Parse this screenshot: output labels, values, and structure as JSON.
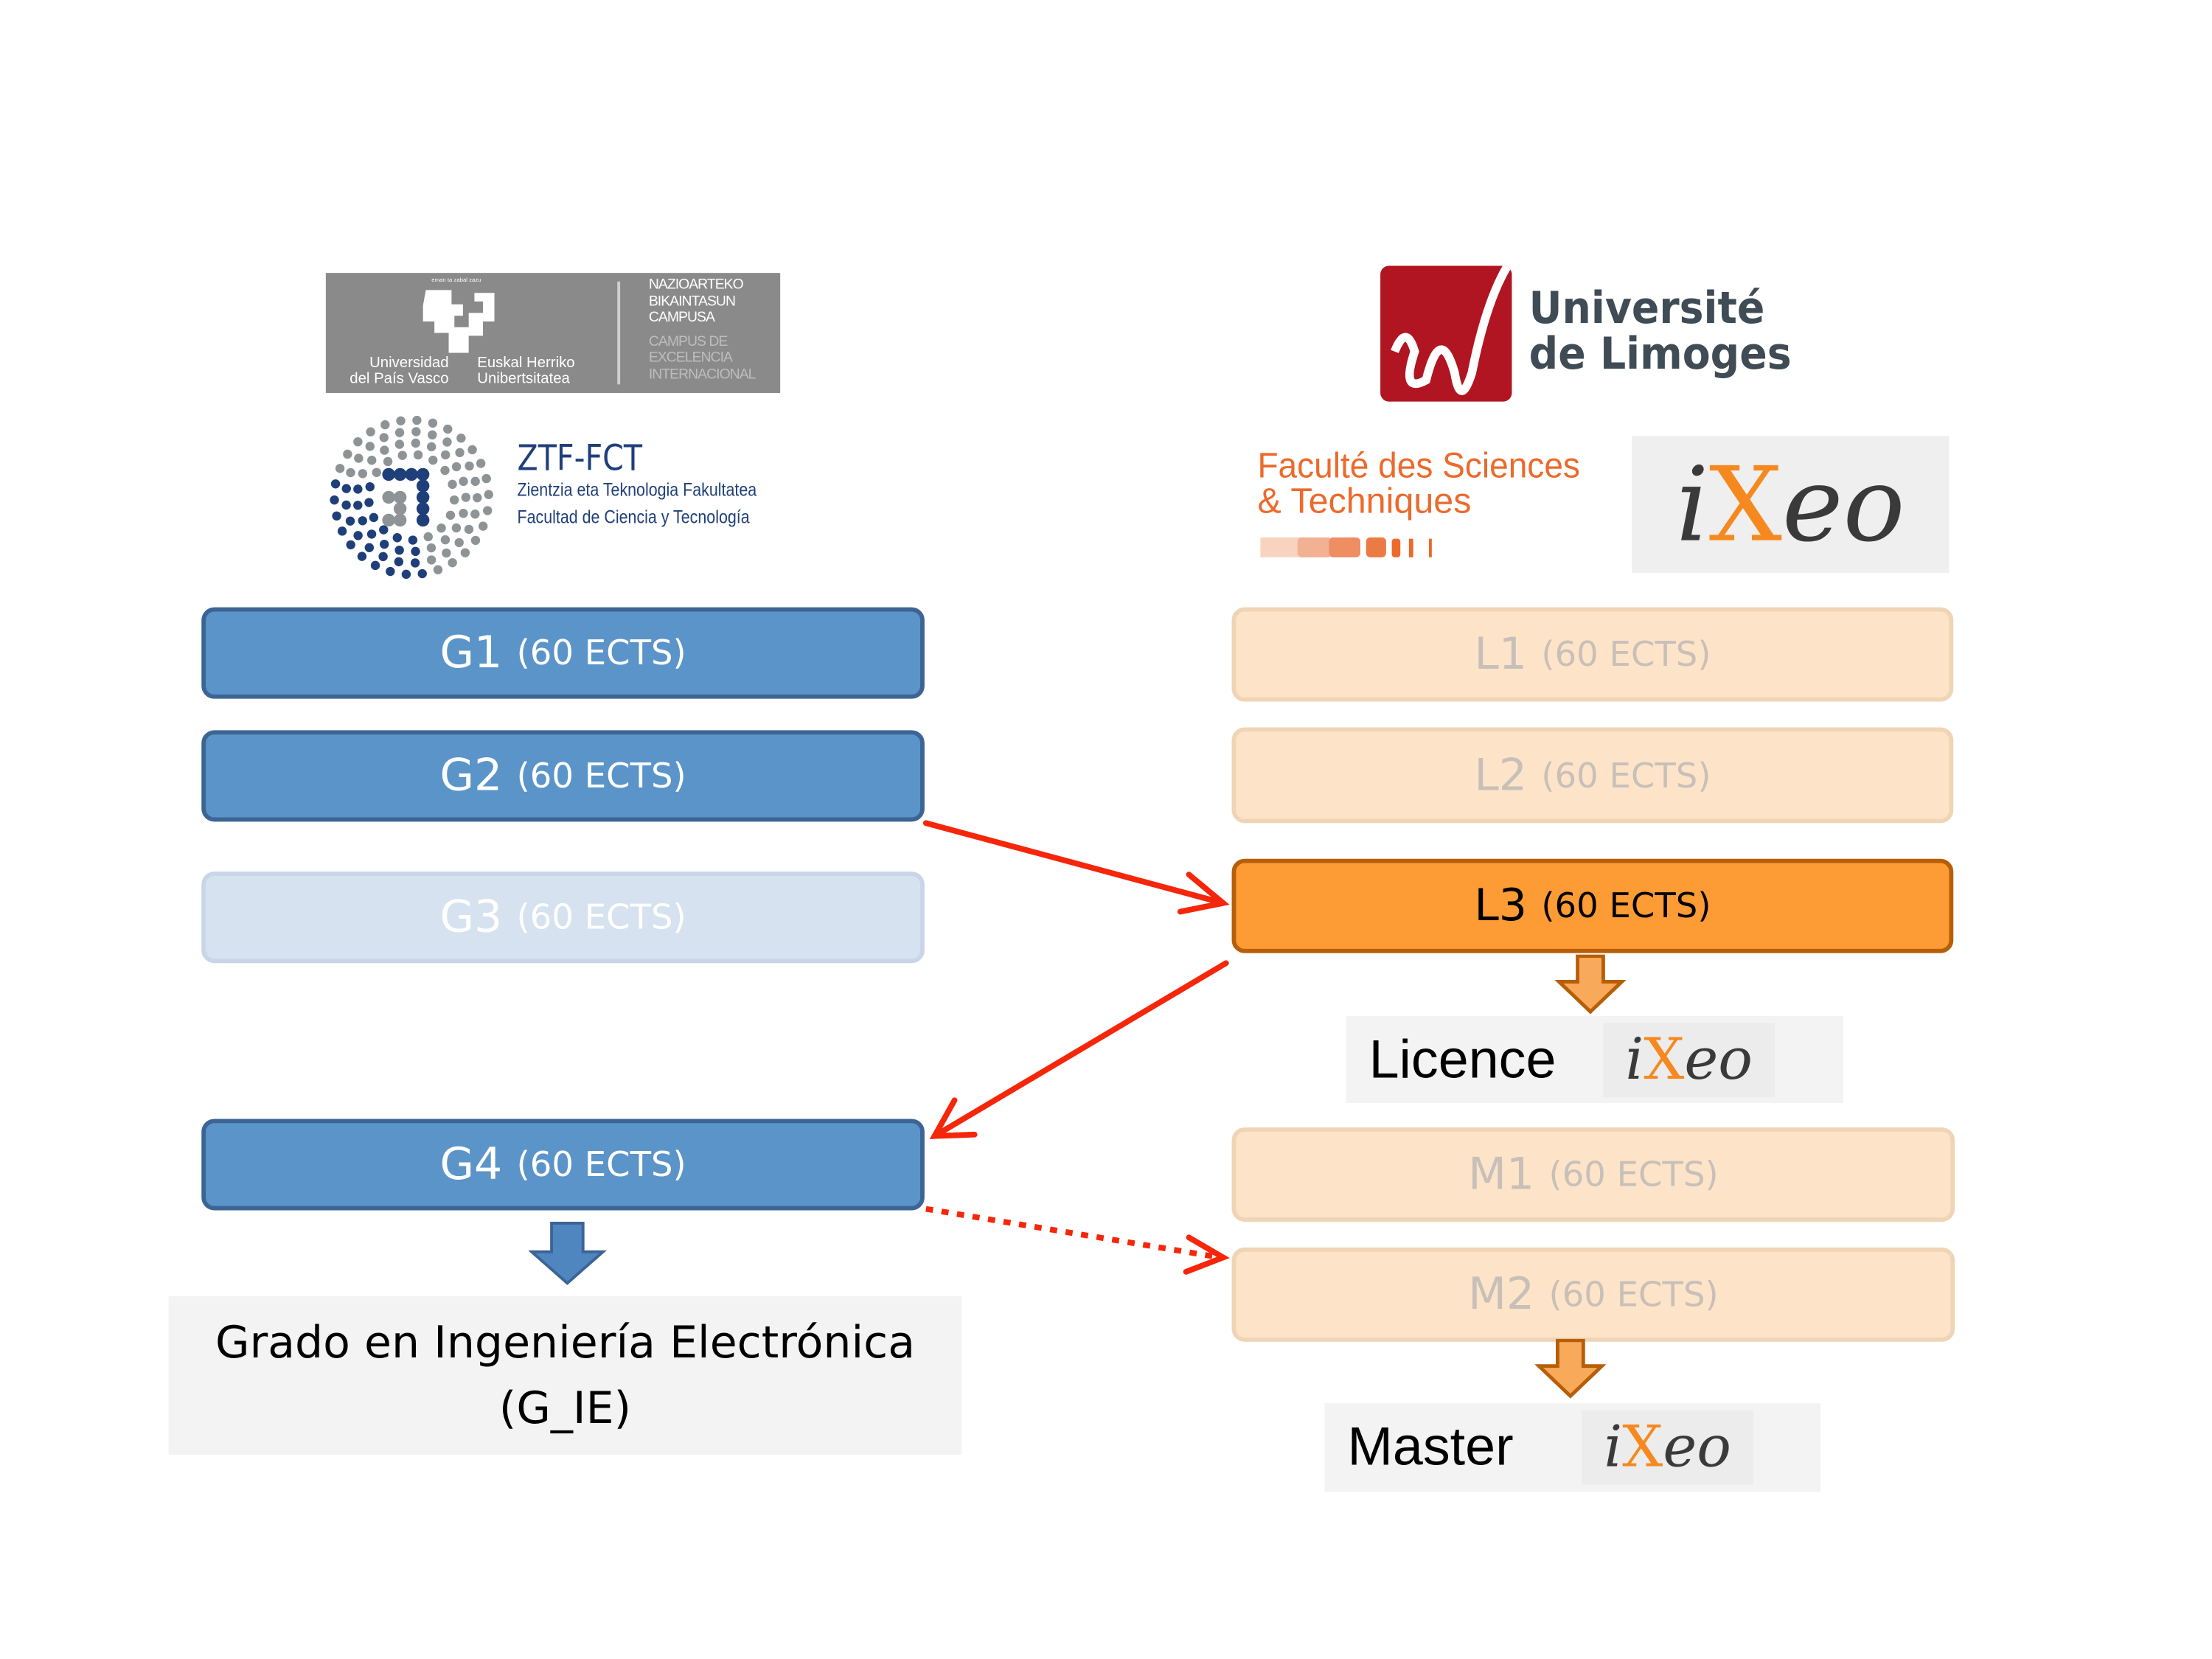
{
  "left": {
    "upv_logo": {
      "motto": "eman ta zabal zazu",
      "name_es": [
        "Universidad",
        "del País Vasco"
      ],
      "name_eu": [
        "Euskal Herriko",
        "Unibertsitatea"
      ],
      "campus_eu": [
        "NAZIOARTEKO",
        "BIKAINTASUN",
        "CAMPUSA"
      ],
      "campus_es": [
        "CAMPUS DE",
        "EXCELENCIA",
        "INTERNACIONAL"
      ]
    },
    "ztf_logo": {
      "title": "ZTF-FCT",
      "line1": "Zientzia eta Teknologia Fakultatea",
      "line2": "Facultad de Ciencia y Tecnología"
    },
    "years": [
      {
        "code": "G1",
        "ects": "(60 ECTS)"
      },
      {
        "code": "G2",
        "ects": "(60 ECTS)"
      },
      {
        "code": "G3",
        "ects": "(60 ECTS)"
      },
      {
        "code": "G4",
        "ects": "(60 ECTS)"
      }
    ],
    "degree": [
      "Grado en Ingeniería Electrónica",
      "(G_IE)"
    ]
  },
  "right": {
    "ul_logo": {
      "line1": "Université",
      "line2": "de Limoges"
    },
    "fst_logo": {
      "line1": "Faculté des Sciences",
      "line2": "& Techniques"
    },
    "ixeo_logo": {
      "i": "i",
      "x": "X",
      "eo": "eo"
    },
    "years": [
      {
        "code": "L1",
        "ects": "(60 ECTS)"
      },
      {
        "code": "L2",
        "ects": "(60 ECTS)"
      },
      {
        "code": "L3",
        "ects": "(60 ECTS)"
      },
      {
        "code": "M1",
        "ects": "(60 ECTS)"
      },
      {
        "code": "M2",
        "ects": "(60 ECTS)"
      }
    ],
    "licence_label": "Licence",
    "master_label": "Master"
  },
  "colors": {
    "blue": "#5b94c8",
    "orange": "#fd9b34",
    "arrow_red": "#f5260a"
  }
}
